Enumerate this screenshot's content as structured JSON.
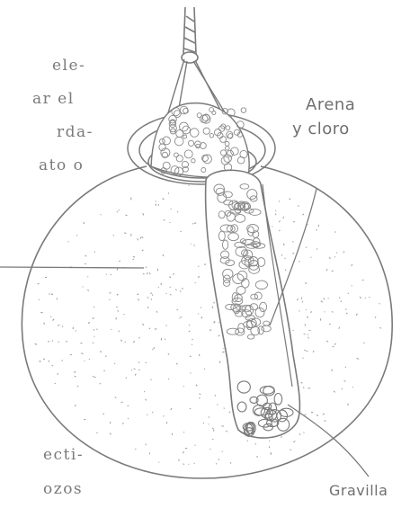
{
  "labels": {
    "arena_line1": "Arena",
    "arena_line2": "y cloro",
    "gravilla": "Gravilla"
  },
  "side_text": {
    "line1": "ele-",
    "line2": "ar el",
    "line3": "rda-",
    "line4": "ato o",
    "line5": "ecti-",
    "line6": "ozos"
  },
  "colors": {
    "ink": "#7a7a7a",
    "background": "#ffffff"
  }
}
